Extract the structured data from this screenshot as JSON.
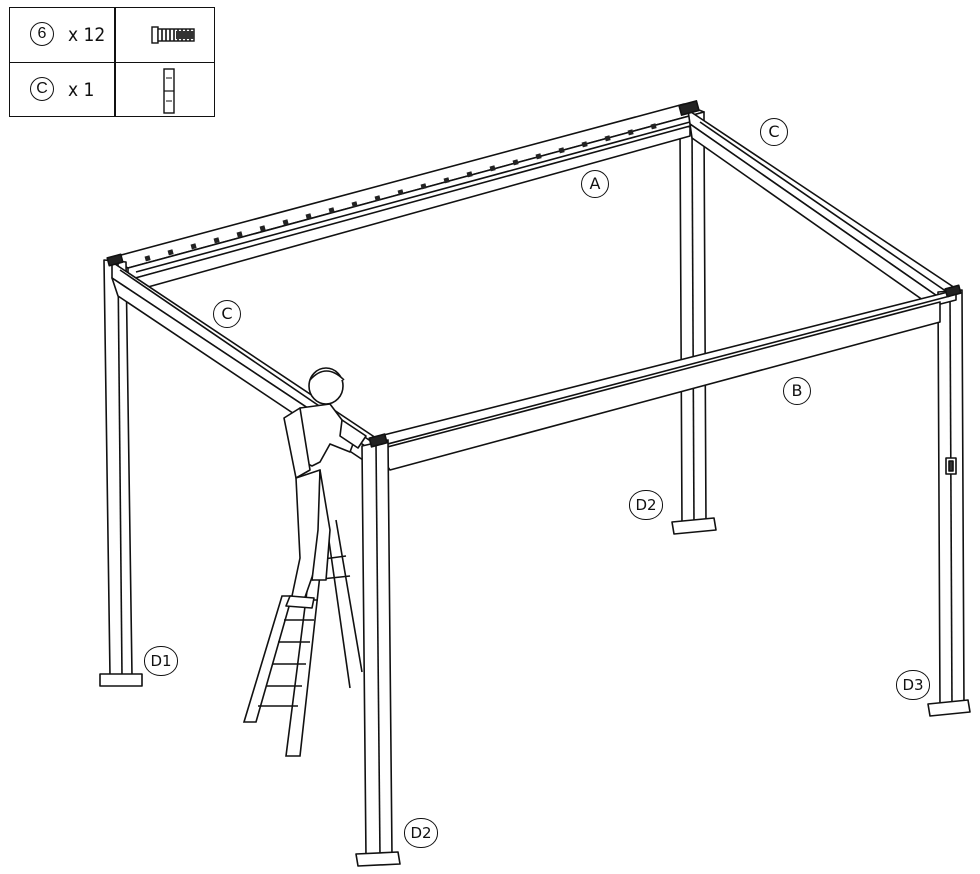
{
  "parts": [
    {
      "id": "6",
      "quantity": "x 12",
      "icon": "screw-icon"
    },
    {
      "id": "C",
      "quantity": "x 1",
      "icon": "bracket-c-icon"
    }
  ],
  "labels": {
    "beam_a": "A",
    "beam_b": "B",
    "beam_c_back": "C",
    "beam_c_front": "C",
    "post_d1": "D1",
    "post_d2_back": "D2",
    "post_d2_front": "D2",
    "post_d3": "D3"
  }
}
